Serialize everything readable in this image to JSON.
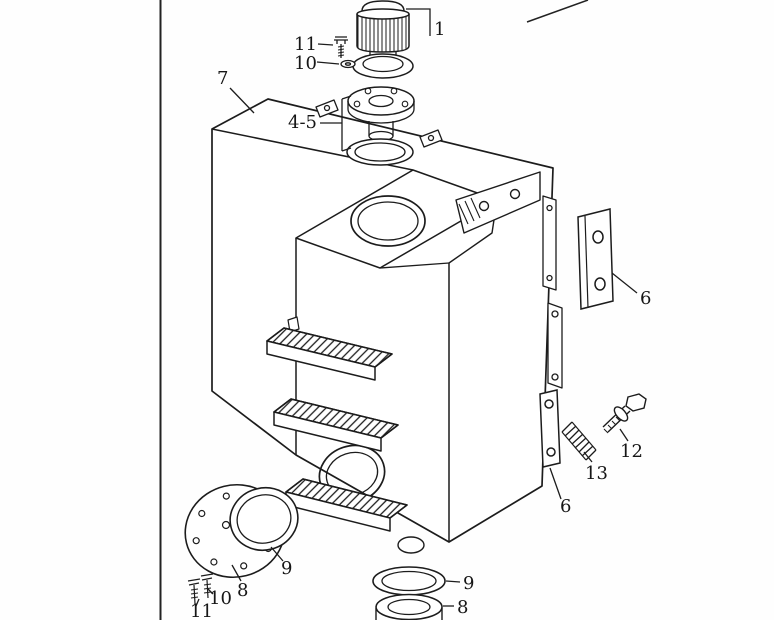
{
  "diagram": {
    "kind": "exploded-parts-line-drawing",
    "background": "#fefefe",
    "line_color": "#1c1c1c",
    "callouts": [
      {
        "id": "item-11-top",
        "text": "11"
      },
      {
        "id": "item-10-top",
        "text": "10"
      },
      {
        "id": "item-1",
        "text": "1"
      },
      {
        "id": "item-7",
        "text": "7"
      },
      {
        "id": "item-4-5",
        "text": "4-5"
      },
      {
        "id": "item-6-upper",
        "text": "6"
      },
      {
        "id": "item-12",
        "text": "12"
      },
      {
        "id": "item-13",
        "text": "13"
      },
      {
        "id": "item-6-lower",
        "text": "6"
      },
      {
        "id": "item-9-left",
        "text": "9"
      },
      {
        "id": "item-8-left",
        "text": "8"
      },
      {
        "id": "item-10-bottom",
        "text": "10"
      },
      {
        "id": "item-11-bottom",
        "text": "11"
      },
      {
        "id": "item-9-center",
        "text": "9"
      },
      {
        "id": "item-8-center",
        "text": "8"
      }
    ]
  }
}
